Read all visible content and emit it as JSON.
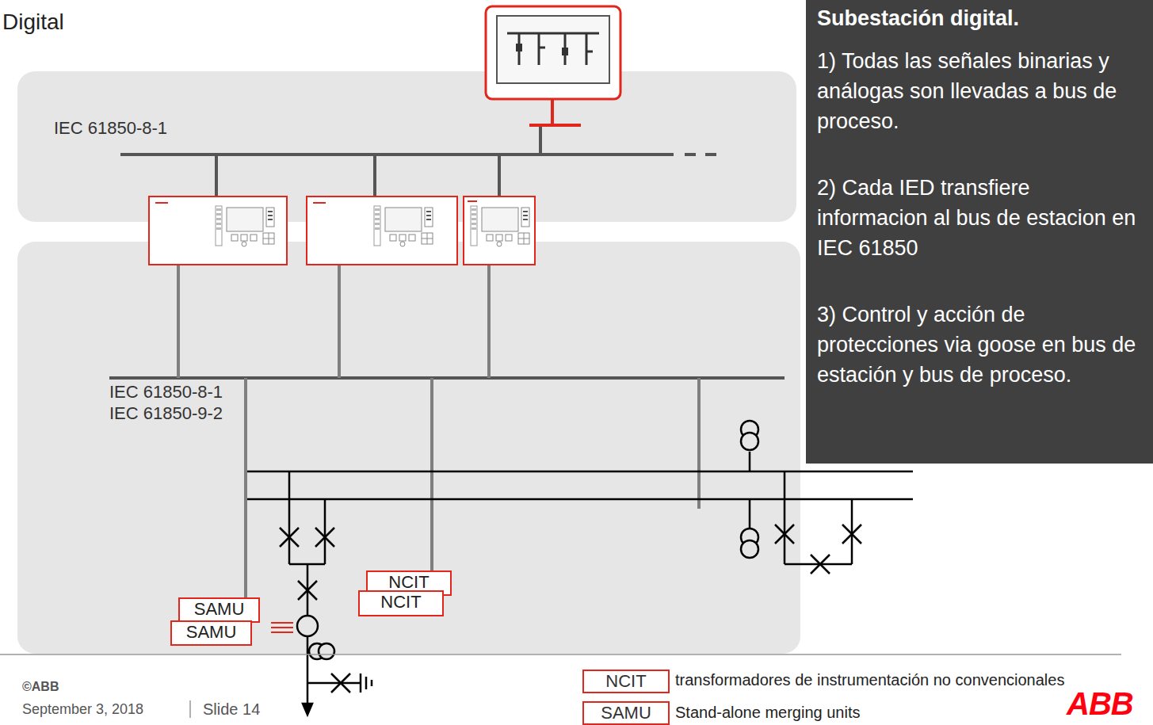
{
  "diagram": {
    "title": "Digital",
    "nodes": [
      {
        "text": [
          "Subestación digital.",
          "1) Todas las señales binarias y análogas son llevadas a bus de proceso.",
          "2) Cada IED transfiere informacion al bus de estacion en IEC 61850",
          "3) Control y acción de protecciones via goose en bus de estación y bus de proceso."
        ]
      },
      {
        "text": [
          "IEC 61850-8-1"
        ]
      },
      {
        "text": [
          "IEC 61850-8-1",
          "IEC 61850-9-2"
        ]
      },
      {
        "text": [
          "SAMU"
        ],
        "in": 2
      },
      {
        "text": [
          "SAMU"
        ],
        "in": 2
      },
      {
        "text": [
          "NCIT"
        ],
        "in": 2
      },
      {
        "text": [
          "NCIT"
        ],
        "in": 2
      }
    ],
    "labels": [
      "NCIT",
      "SAMU",
      "©ABB",
      "September 3, 2018",
      "Slide 14",
      "ABB"
    ],
    "legend": [
      {
        "text": "transformadores de instrumentación no convencionales"
      },
      {
        "text": "Stand-alone merging units"
      }
    ]
  }
}
